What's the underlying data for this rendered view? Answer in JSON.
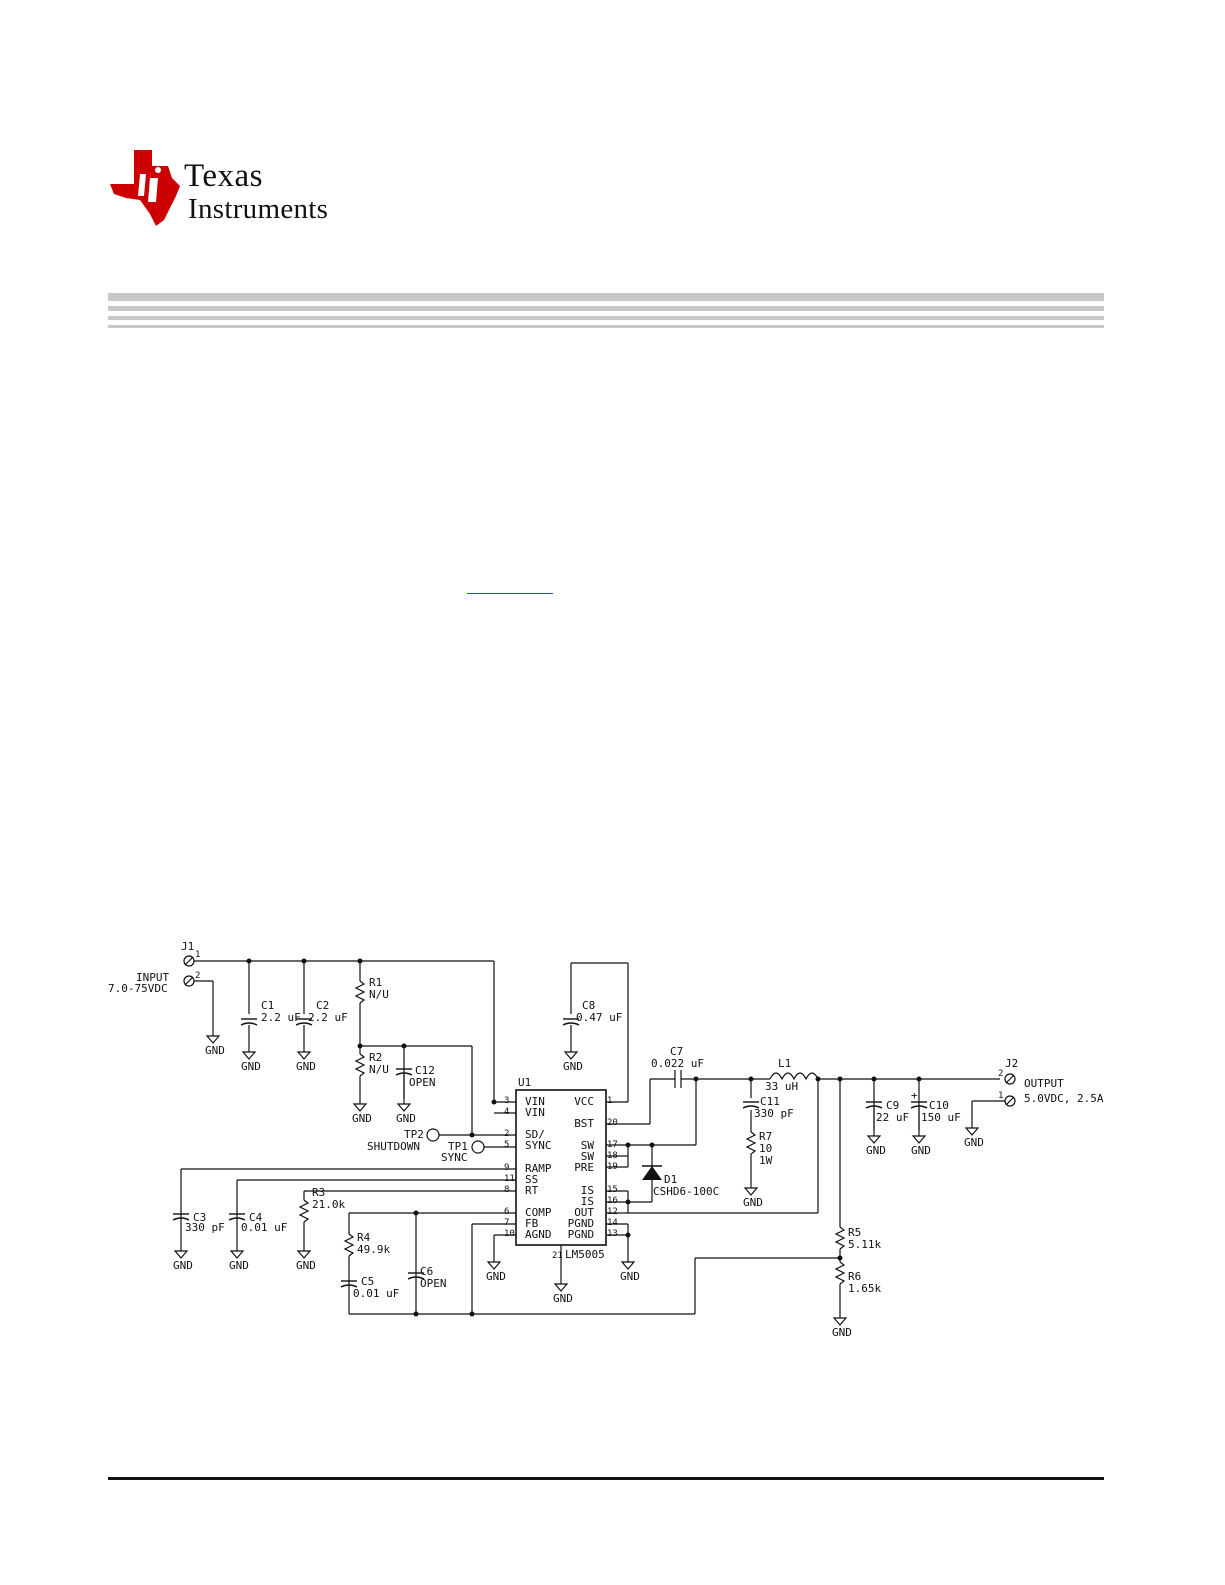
{
  "brand": {
    "line1": "Texas",
    "line2": "Instruments",
    "logo_color": "#cc0000"
  },
  "schematic": {
    "ic": {
      "ref": "U1",
      "part": "LM5005"
    },
    "ic_left_pins": [
      {
        "num": "3",
        "name": "VIN"
      },
      {
        "num": "4",
        "name": "VIN"
      },
      {
        "num": "2",
        "name": "SD/"
      },
      {
        "num": "5",
        "name": "SYNC"
      },
      {
        "num": "9",
        "name": "RAMP"
      },
      {
        "num": "11",
        "name": "SS"
      },
      {
        "num": "8",
        "name": "RT"
      },
      {
        "num": "6",
        "name": "COMP"
      },
      {
        "num": "7",
        "name": "FB"
      },
      {
        "num": "10",
        "name": "AGND"
      }
    ],
    "ic_right_pins": [
      {
        "num": "1",
        "name": "VCC"
      },
      {
        "num": "20",
        "name": "BST"
      },
      {
        "num": "17",
        "name": "SW"
      },
      {
        "num": "18",
        "name": "SW"
      },
      {
        "num": "19",
        "name": "PRE"
      },
      {
        "num": "15",
        "name": "IS"
      },
      {
        "num": "16",
        "name": "IS"
      },
      {
        "num": "12",
        "name": "OUT"
      },
      {
        "num": "14",
        "name": "PGND"
      },
      {
        "num": "13",
        "name": "PGND"
      }
    ],
    "ic_bottom_pin": "21",
    "connectors": [
      {
        "ref": "J1",
        "label1": "INPUT",
        "label2": "7.0-75VDC",
        "pin1": "1",
        "pin2": "2"
      },
      {
        "ref": "J2",
        "label1": "OUTPUT",
        "label2": "5.0VDC, 2.5A",
        "pin1": "2",
        "pin2": "1"
      }
    ],
    "test_points": [
      {
        "ref": "TP2",
        "label": "SHUTDOWN"
      },
      {
        "ref": "TP1",
        "label": "SYNC"
      }
    ],
    "components": [
      {
        "ref": "C1",
        "value": "2.2 uF"
      },
      {
        "ref": "C2",
        "value": "2.2 uF"
      },
      {
        "ref": "R1",
        "value": "N/U"
      },
      {
        "ref": "R2",
        "value": "N/U"
      },
      {
        "ref": "C12",
        "value": "OPEN"
      },
      {
        "ref": "C8",
        "value": "0.47 uF"
      },
      {
        "ref": "C7",
        "value": "0.022 uF"
      },
      {
        "ref": "L1",
        "value": "33 uH"
      },
      {
        "ref": "C11",
        "value": "330 pF"
      },
      {
        "ref": "R7",
        "value": "10",
        "extra": "1W"
      },
      {
        "ref": "C9",
        "value": "22 uF"
      },
      {
        "ref": "C10",
        "value": "150 uF",
        "polarity": "+"
      },
      {
        "ref": "D1",
        "value": "CSHD6-100C"
      },
      {
        "ref": "C3",
        "value": "330 pF"
      },
      {
        "ref": "C4",
        "value": "0.01 uF"
      },
      {
        "ref": "R3",
        "value": "21.0k"
      },
      {
        "ref": "R4",
        "value": "49.9k"
      },
      {
        "ref": "C5",
        "value": "0.01 uF"
      },
      {
        "ref": "C6",
        "value": "OPEN"
      },
      {
        "ref": "R5",
        "value": "5.11k"
      },
      {
        "ref": "R6",
        "value": "1.65k"
      }
    ],
    "gnd_label": "GND"
  }
}
